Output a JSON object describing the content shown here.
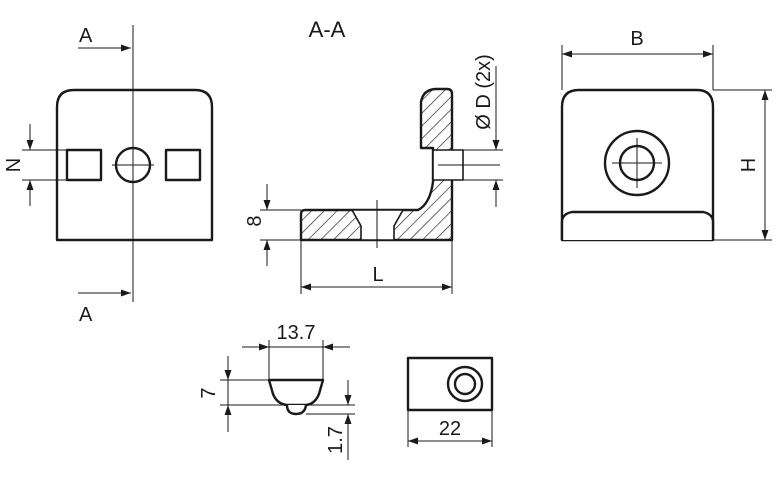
{
  "section_marker_top": "A",
  "section_marker_bottom": "A",
  "section_title": "A-A",
  "dims": {
    "N": "N",
    "eight": "8",
    "L": "L",
    "D": "Ø D (2x)",
    "B": "B",
    "H": "H",
    "w13": "13.7",
    "h7": "7",
    "h17": "1.7",
    "w22": "22"
  }
}
